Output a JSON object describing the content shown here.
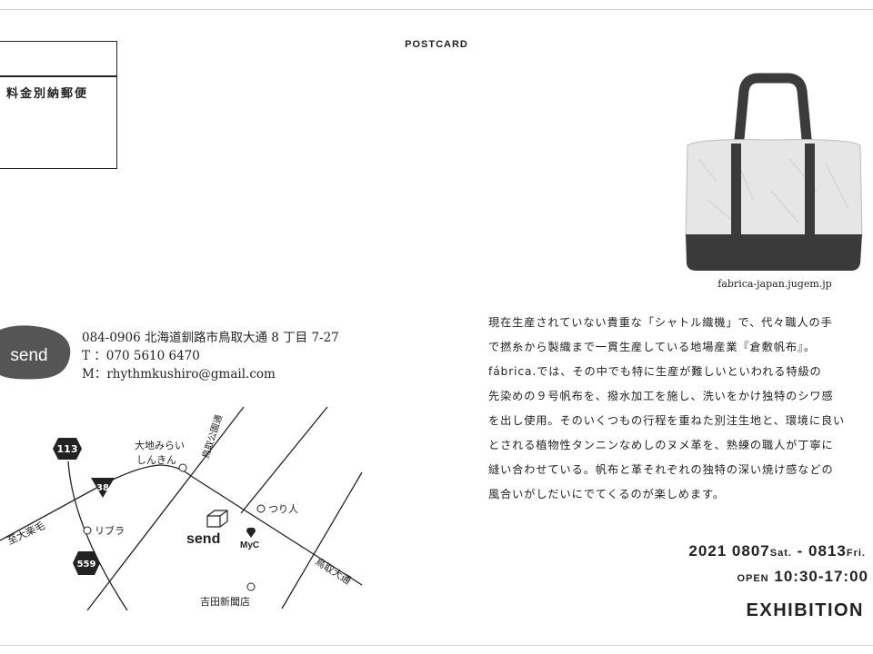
{
  "header": {
    "title": "POSTCARD"
  },
  "postage": {
    "label": "料金別納郵便"
  },
  "product": {
    "site_url": "fabrica-japan.jugem.jp"
  },
  "description": {
    "lines": [
      "現在生産されていない貴重な「シャトル織機」で、代々職人の手",
      "で撚糸から製織まで一貫生産している地場産業『倉敷帆布』。",
      "fábrica.では、その中でも特に生産が難しいといわれる特級の",
      "先染めの９号帆布を、撥水加工を施し、洗いをかけ独特のシワ感",
      "を出し使用。そのいくつもの行程を重ねた別注生地と、環境に良い",
      "とされる植物性タンニンなめしのヌメ革を、熟練の職人が丁寧に",
      "縫い合わせている。帆布と革それぞれの独特の深い焼け感などの",
      "風合いがしだいにでてくるのが楽しめます。"
    ]
  },
  "shop": {
    "logo_text": "send",
    "address": "084-0906 北海道釧路市鳥取大通 8 丁目 7-27",
    "phone": "T ：070 5610 6470",
    "email": "M：rhythmkushiro@gmail.com"
  },
  "map": {
    "labels": {
      "route_113": "113",
      "route_38": "38",
      "route_559": "559",
      "bank": [
        "大地みらい",
        "しんきん"
      ],
      "park_road": "鳥取公園通",
      "tsuribito": "つり人",
      "riburа": "リブラ",
      "to_otanoshike": "至大楽毛",
      "send_label": "send",
      "myc_label": "MyC",
      "tottori_odori": "鳥取大通",
      "newspaper": "吉田新聞店"
    }
  },
  "event": {
    "date_main": "2021 0807",
    "date_start_day": "Sat.",
    "date_sep": " - 0813",
    "date_end_day": "Fri.",
    "open_label": "OPEN",
    "hours": "10:30-17:00",
    "title": "EXHIBITION"
  },
  "colors": {
    "ink": "#222222",
    "bag_body": "#e4e4e4",
    "bag_base": "#3a3a3a",
    "logo_bg": "#555555"
  }
}
